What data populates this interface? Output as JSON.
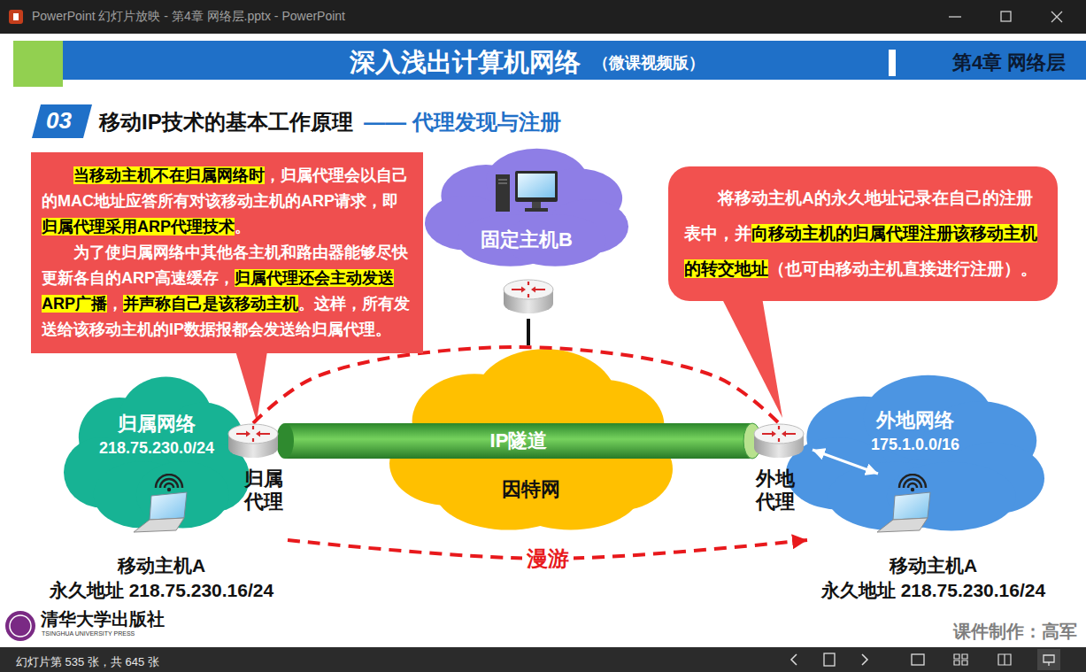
{
  "diagram": {
    "title": "移动IP技术的基本工作原理",
    "nodes": [
      {
        "text": [
          "当移动主机不在归属网络时",
          "，归属代理会以自己的MAC地址应答所有对该移动主机的ARP请求，即",
          "归属代理采用ARP代理技术",
          "。",
          "为了使归属网络中其他各主机和路由器能够尽快更新各自的ARP高速缓存，",
          "归属代理还会主动发送ARP广播",
          "，",
          "并声称自己是该移动主机",
          "。这样，所有发送给该移动主机的IP数据报都会发送给归属代理。"
        ]
      },
      {
        "text": [
          "固定主机B"
        ]
      },
      {
        "text": [
          "将移动主机A的永久地址记录在自己的注册表中，并",
          "向移动主机的归属代理注册该移动主机的转交地址",
          "（也可由移动主机直接进行注册）。"
        ]
      },
      {
        "text": [
          "归属网络",
          "218.75.230.0/24"
        ]
      },
      {
        "text": [
          "归属代理"
        ]
      },
      {
        "text": [
          "IP隧道"
        ]
      },
      {
        "text": [
          "因特网"
        ]
      },
      {
        "text": [
          "外地代理"
        ]
      },
      {
        "text": [
          "外地网络",
          "175.1.0.0/16"
        ]
      },
      {
        "text": [
          "移动主机A",
          "永久地址 218.75.230.16/24"
        ]
      },
      {
        "text": [
          "移动主机A",
          "永久地址 218.75.230.16/24"
        ]
      }
    ],
    "edges": [
      {
        "from": 1,
        "to": 6,
        "arrow": "none"
      },
      {
        "from": 4,
        "to": 7,
        "arrow": "none"
      },
      {
        "from": 9,
        "to": 10,
        "label": "漫游",
        "arrow": "to"
      },
      {
        "from": 7,
        "to": 10,
        "arrow": "both"
      }
    ],
    "labels": [
      "PowerPoint 幻灯片放映 - 第4章 网络层.pptx - PowerPoint",
      "深入浅出计算机网络",
      "（微课视频版）",
      "第4章 网络层",
      "03",
      "—— 代理发现与注册",
      "清华大学出版社",
      "TSINGHUA UNIVERSITY PRESS",
      "课件制作：高军",
      "幻灯片第 535 张，共 645 张"
    ]
  }
}
